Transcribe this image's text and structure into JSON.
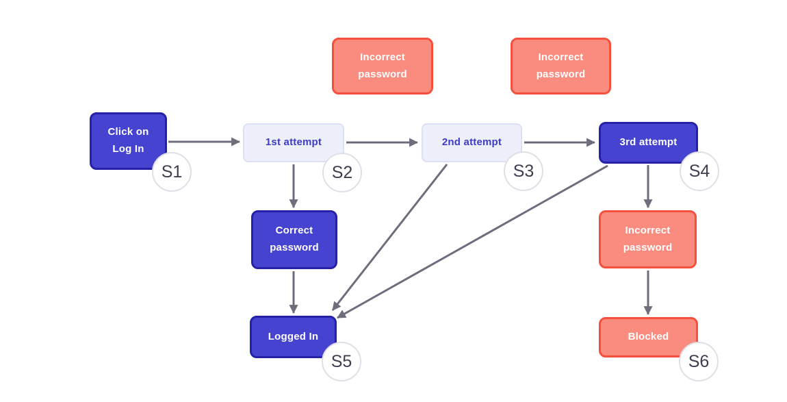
{
  "diagram_type": "login-attempts-state-diagram",
  "nodes": {
    "click_login": {
      "label": "Click on Log In",
      "badge": "S1",
      "style": "dark"
    },
    "attempt_1": {
      "label": "1st attempt",
      "badge": "S2",
      "style": "light"
    },
    "attempt_2": {
      "label": "2nd attempt",
      "badge": "S3",
      "style": "light"
    },
    "attempt_3": {
      "label": "3rd attempt",
      "badge": "S4",
      "style": "dark"
    },
    "logged_in": {
      "label": "Logged In",
      "badge": "S5",
      "style": "dark"
    },
    "blocked": {
      "label": "Blocked",
      "badge": "S6",
      "style": "salmon"
    },
    "correct_password": {
      "label": "Correct password",
      "style": "dark"
    },
    "incorrect_top_left": {
      "label": "Incorrect password",
      "style": "salmon"
    },
    "incorrect_top_right": {
      "label": "Incorrect password",
      "style": "salmon"
    },
    "incorrect_after_3rd": {
      "label": "Incorrect password",
      "style": "salmon"
    }
  },
  "edges": [
    {
      "from": "click_login",
      "to": "attempt_1"
    },
    {
      "from": "attempt_1",
      "to": "attempt_2"
    },
    {
      "from": "attempt_2",
      "to": "attempt_3"
    },
    {
      "from": "attempt_1",
      "to": "correct_password"
    },
    {
      "from": "correct_password",
      "to": "logged_in"
    },
    {
      "from": "attempt_2",
      "to": "logged_in"
    },
    {
      "from": "attempt_3",
      "to": "logged_in"
    },
    {
      "from": "attempt_3",
      "to": "incorrect_after_3rd"
    },
    {
      "from": "incorrect_after_3rd",
      "to": "blocked"
    }
  ],
  "colors": {
    "background": "#ffffff",
    "state_fill": "#4543CF",
    "state_border": "#2621A6",
    "state_text": "#ffffff",
    "attempt_fill": "#EDEFFB",
    "attempt_border": "#DCE0F7",
    "attempt_text": "#3C3CC5",
    "error_fill": "#F98C7E",
    "error_border": "#F5503C",
    "error_text": "#ffffff",
    "arrow": "#6D6D7C",
    "badge_bg": "#ffffff",
    "badge_border": "#DFDFE7",
    "badge_text": "#3E3E4E"
  }
}
